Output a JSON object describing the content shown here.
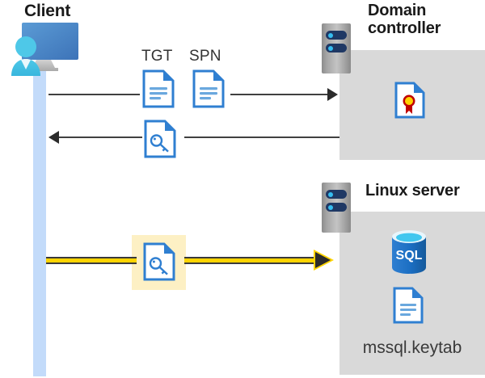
{
  "diagram": {
    "title_client": "Client",
    "title_domain_controller": "Domain controller",
    "title_linux_server": "Linux server",
    "labels": {
      "tgt": "TGT",
      "spn": "SPN"
    },
    "keytab_filename": "mssql.keytab",
    "sql_icon_text": "SQL",
    "icons": {
      "client": "client-computer-user-icon",
      "rack": "server-rack-icon",
      "document_tgt": "document-icon",
      "document_spn": "document-icon",
      "ticket": "document-key-icon",
      "session_ticket": "document-key-icon",
      "certificate": "document-certificate-icon",
      "keytab": "document-icon",
      "database": "sql-database-icon"
    },
    "flows": [
      {
        "name": "request-tgt-spn",
        "direction": "client-to-domain-controller",
        "style": "solid-gray-arrow"
      },
      {
        "name": "return-service-ticket",
        "direction": "domain-controller-to-client",
        "style": "solid-gray-arrow"
      },
      {
        "name": "connect-with-ticket",
        "direction": "client-to-linux-server",
        "style": "thick-yellow-arrow",
        "highlighted": true
      }
    ],
    "colors": {
      "panel_gray": "#d9d9d9",
      "lifeline_blue": "#c3dbfa",
      "highlight_yellow": "#fdf0c4",
      "flow_yellow": "#ffd400",
      "doc_blue": "#2f7fd1",
      "sql_blue": "#1b6ec2",
      "rack_navy": "#1f3864",
      "arrow_gray": "#404040",
      "title_black": "#1a1a1a"
    }
  }
}
